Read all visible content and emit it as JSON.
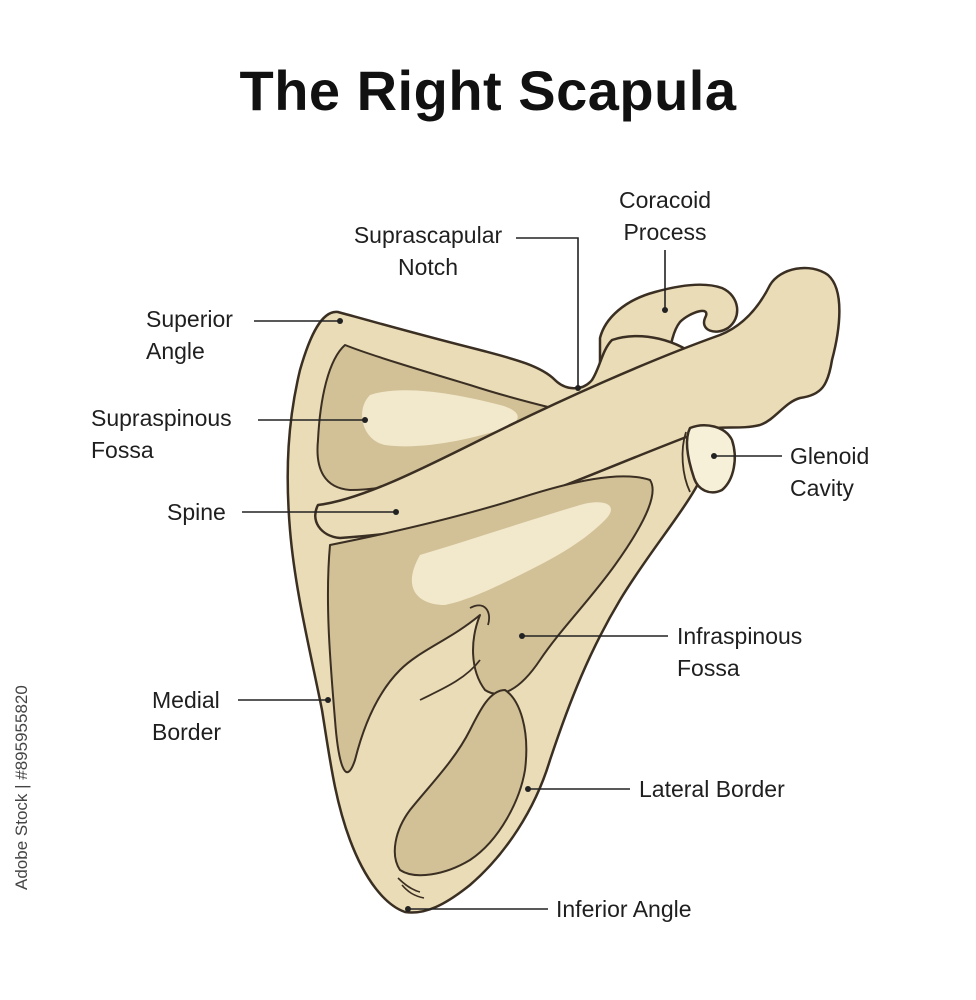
{
  "title": "The Right Scapula",
  "labels": {
    "coracoid_process": [
      "Coracoid",
      "Process"
    ],
    "suprascapular_notch": [
      "Suprascapular",
      "Notch"
    ],
    "superior_angle": [
      "Superior",
      "Angle"
    ],
    "supraspinous_fossa": [
      "Supraspinous",
      "Fossa"
    ],
    "spine": "Spine",
    "glenoid_cavity": [
      "Glenoid",
      "Cavity"
    ],
    "infraspinous_fossa": [
      "Infraspinous",
      "Fossa"
    ],
    "medial_border": [
      "Medial",
      "Border"
    ],
    "lateral_border": "Lateral Border",
    "inferior_angle": "Inferior Angle"
  },
  "stock_id": "Adobe Stock | #895955820",
  "colors": {
    "bone": "#e9dcb6",
    "bone_shadow": "#d2c197",
    "bone_highlight": "#f2e8cb",
    "outline": "#3a2f22",
    "glenoid": "#f7f0d8",
    "leader": "#222222"
  }
}
